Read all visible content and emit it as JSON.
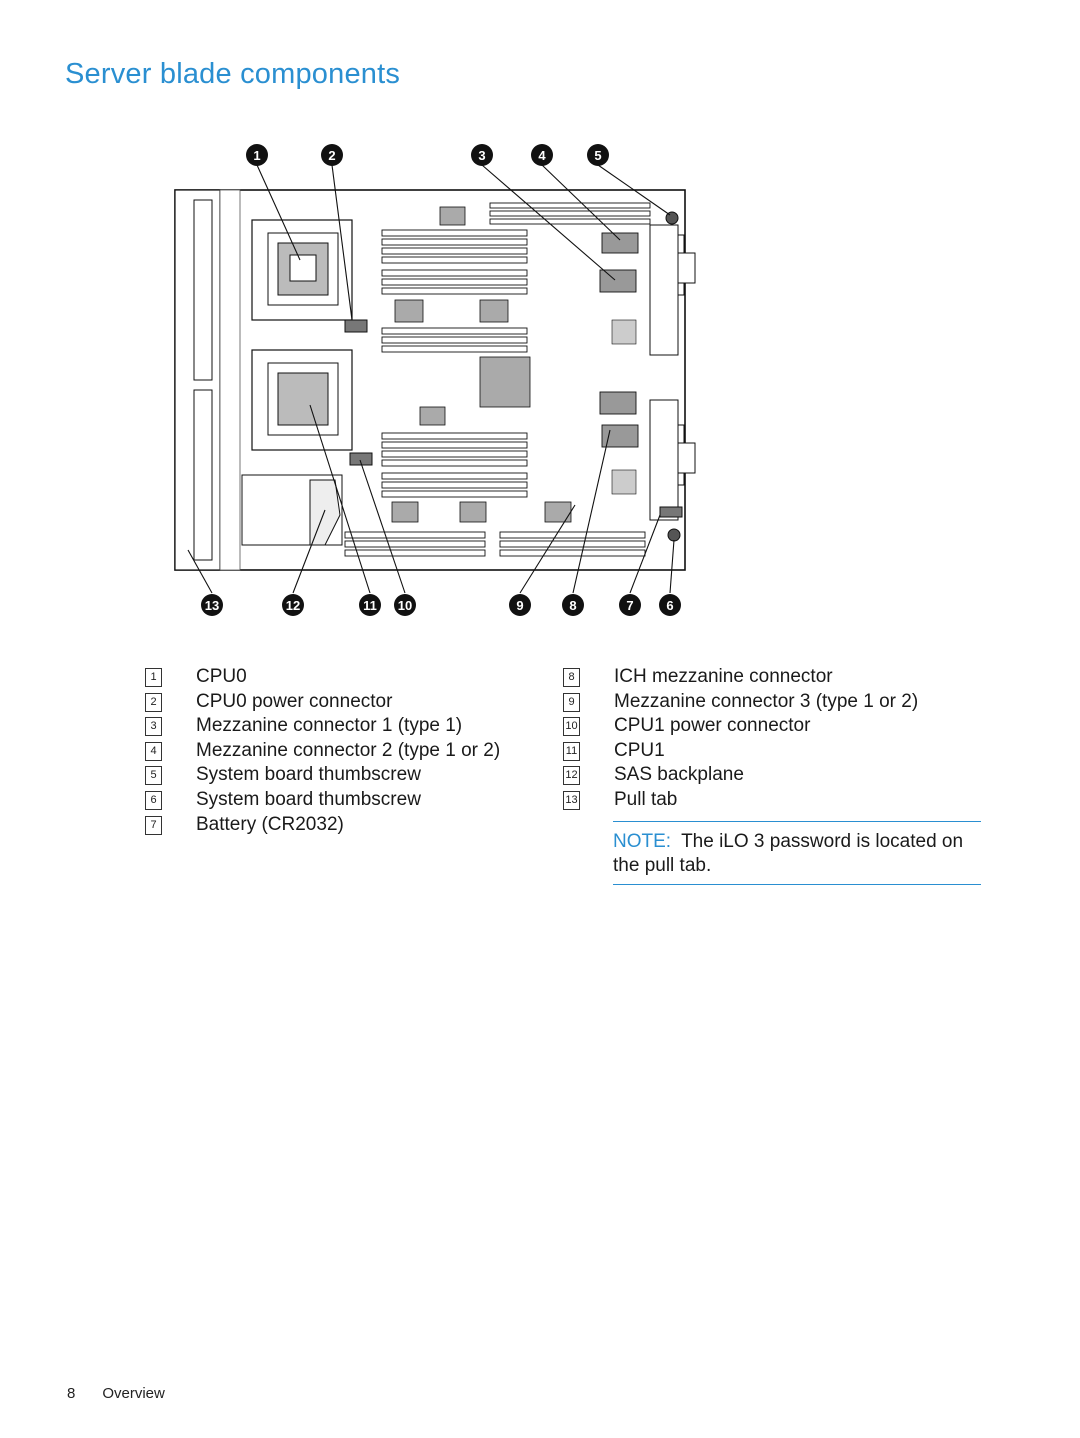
{
  "page": {
    "title": "Server blade components",
    "footer": {
      "page_number": "8",
      "section": "Overview"
    }
  },
  "figure": {
    "callouts_top": [
      "1",
      "2",
      "3",
      "4",
      "5"
    ],
    "callouts_bottom": [
      "13",
      "12",
      "11",
      "10",
      "9",
      "8",
      "7",
      "6"
    ]
  },
  "legend": {
    "left": [
      {
        "num": "1",
        "label": "CPU0"
      },
      {
        "num": "2",
        "label": "CPU0 power connector"
      },
      {
        "num": "3",
        "label": "Mezzanine connector 1 (type 1)"
      },
      {
        "num": "4",
        "label": "Mezzanine connector 2 (type 1 or 2)"
      },
      {
        "num": "5",
        "label": "System board thumbscrew"
      },
      {
        "num": "6",
        "label": "System board thumbscrew"
      },
      {
        "num": "7",
        "label": "Battery (CR2032)"
      }
    ],
    "right": [
      {
        "num": "8",
        "label": "ICH mezzanine connector"
      },
      {
        "num": "9",
        "label": "Mezzanine connector 3 (type 1 or 2)"
      },
      {
        "num": "10",
        "label": "CPU1 power connector"
      },
      {
        "num": "11",
        "label": "CPU1"
      },
      {
        "num": "12",
        "label": "SAS backplane"
      },
      {
        "num": "13",
        "label": "Pull tab"
      }
    ]
  },
  "note": {
    "label": "NOTE:",
    "text": "The iLO 3 password is located on the pull tab."
  },
  "colors": {
    "accent": "#2a8fd1"
  }
}
